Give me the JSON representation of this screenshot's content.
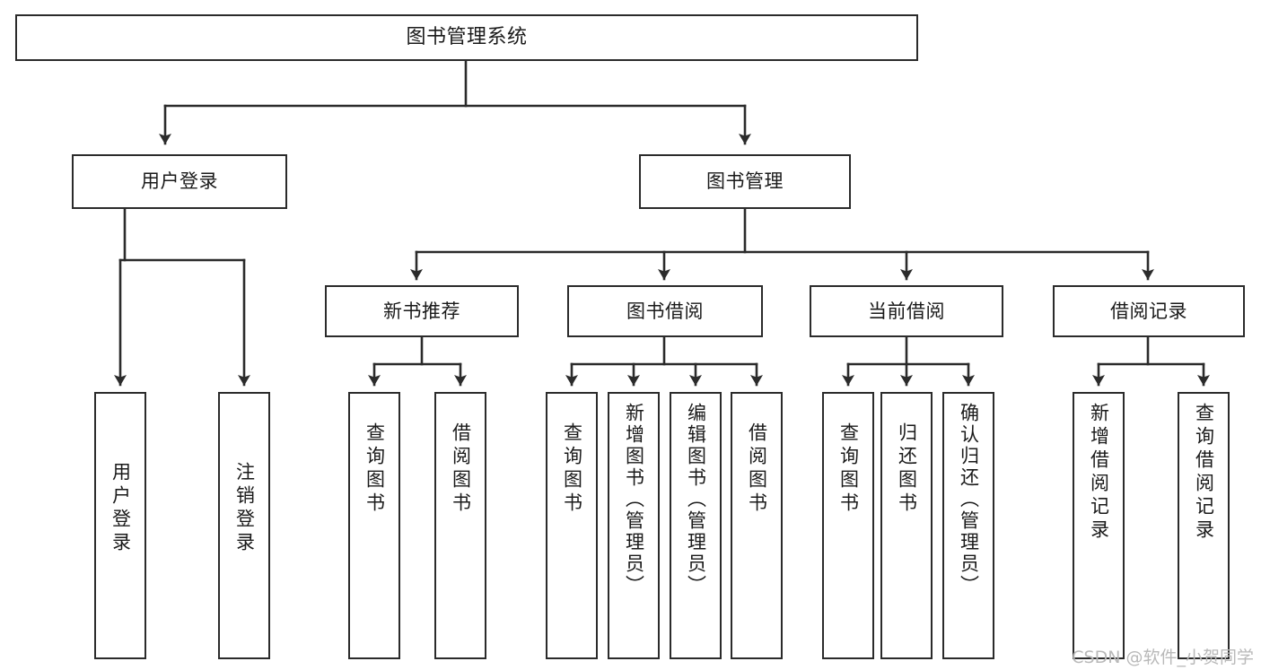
{
  "diagram": {
    "type": "tree-hierarchy",
    "title": "图书管理系统",
    "watermark": "CSDN @软件_小贺同学",
    "colors": {
      "stroke": "#2b2b2b",
      "fill": "#ffffff",
      "text": "#1a1a1a",
      "watermark": "#b9b9b9"
    },
    "levels": {
      "level0": [
        "图书管理系统"
      ],
      "level1": [
        "用户登录",
        "图书管理"
      ],
      "level2": [
        "新书推荐",
        "图书借阅",
        "当前借阅",
        "借阅记录"
      ],
      "level3": [
        "用户登录",
        "注销登录",
        "查询图书",
        "借阅图书",
        "查询图书",
        "新增图书（管理员）",
        "编辑图书（管理员）",
        "借阅图书",
        "查询图书",
        "归还图书",
        "确认归还（管理员）",
        "新增借阅记录",
        "查询借阅记录"
      ]
    },
    "nodes": {
      "root": {
        "label": "图书管理系统"
      },
      "user_login": {
        "label": "用户登录"
      },
      "book_mgmt": {
        "label": "图书管理"
      },
      "new_book_rec": {
        "label": "新书推荐"
      },
      "book_borrow": {
        "label": "图书借阅"
      },
      "current_borrow": {
        "label": "当前借阅"
      },
      "borrow_record": {
        "label": "借阅记录"
      },
      "leaf_user_login": {
        "label": "用户登录"
      },
      "leaf_logout": {
        "label": "注销登录"
      },
      "leaf_query_book_1": {
        "label": "查询图书"
      },
      "leaf_borrow_book_1": {
        "label": "借阅图书"
      },
      "leaf_query_book_2": {
        "label": "查询图书"
      },
      "leaf_add_book": {
        "label": "新增图书（管理员）"
      },
      "leaf_edit_book": {
        "label": "编辑图书（管理员）"
      },
      "leaf_borrow_book_2": {
        "label": "借阅图书"
      },
      "leaf_query_book_3": {
        "label": "查询图书"
      },
      "leaf_return_book": {
        "label": "归还图书"
      },
      "leaf_confirm_return": {
        "label": "确认归还（管理员）"
      },
      "leaf_add_record": {
        "label": "新增借阅记录"
      },
      "leaf_query_record": {
        "label": "查询借阅记录"
      }
    },
    "edges": [
      {
        "from": "root",
        "to": "user_login"
      },
      {
        "from": "root",
        "to": "book_mgmt"
      },
      {
        "from": "user_login",
        "to": "leaf_user_login"
      },
      {
        "from": "user_login",
        "to": "leaf_logout"
      },
      {
        "from": "book_mgmt",
        "to": "new_book_rec"
      },
      {
        "from": "book_mgmt",
        "to": "book_borrow"
      },
      {
        "from": "book_mgmt",
        "to": "current_borrow"
      },
      {
        "from": "book_mgmt",
        "to": "borrow_record"
      },
      {
        "from": "new_book_rec",
        "to": "leaf_query_book_1"
      },
      {
        "from": "new_book_rec",
        "to": "leaf_borrow_book_1"
      },
      {
        "from": "book_borrow",
        "to": "leaf_query_book_2"
      },
      {
        "from": "book_borrow",
        "to": "leaf_add_book"
      },
      {
        "from": "book_borrow",
        "to": "leaf_edit_book"
      },
      {
        "from": "book_borrow",
        "to": "leaf_borrow_book_2"
      },
      {
        "from": "current_borrow",
        "to": "leaf_query_book_3"
      },
      {
        "from": "current_borrow",
        "to": "leaf_return_book"
      },
      {
        "from": "current_borrow",
        "to": "leaf_confirm_return"
      },
      {
        "from": "borrow_record",
        "to": "leaf_add_record"
      },
      {
        "from": "borrow_record",
        "to": "leaf_query_record"
      }
    ]
  }
}
